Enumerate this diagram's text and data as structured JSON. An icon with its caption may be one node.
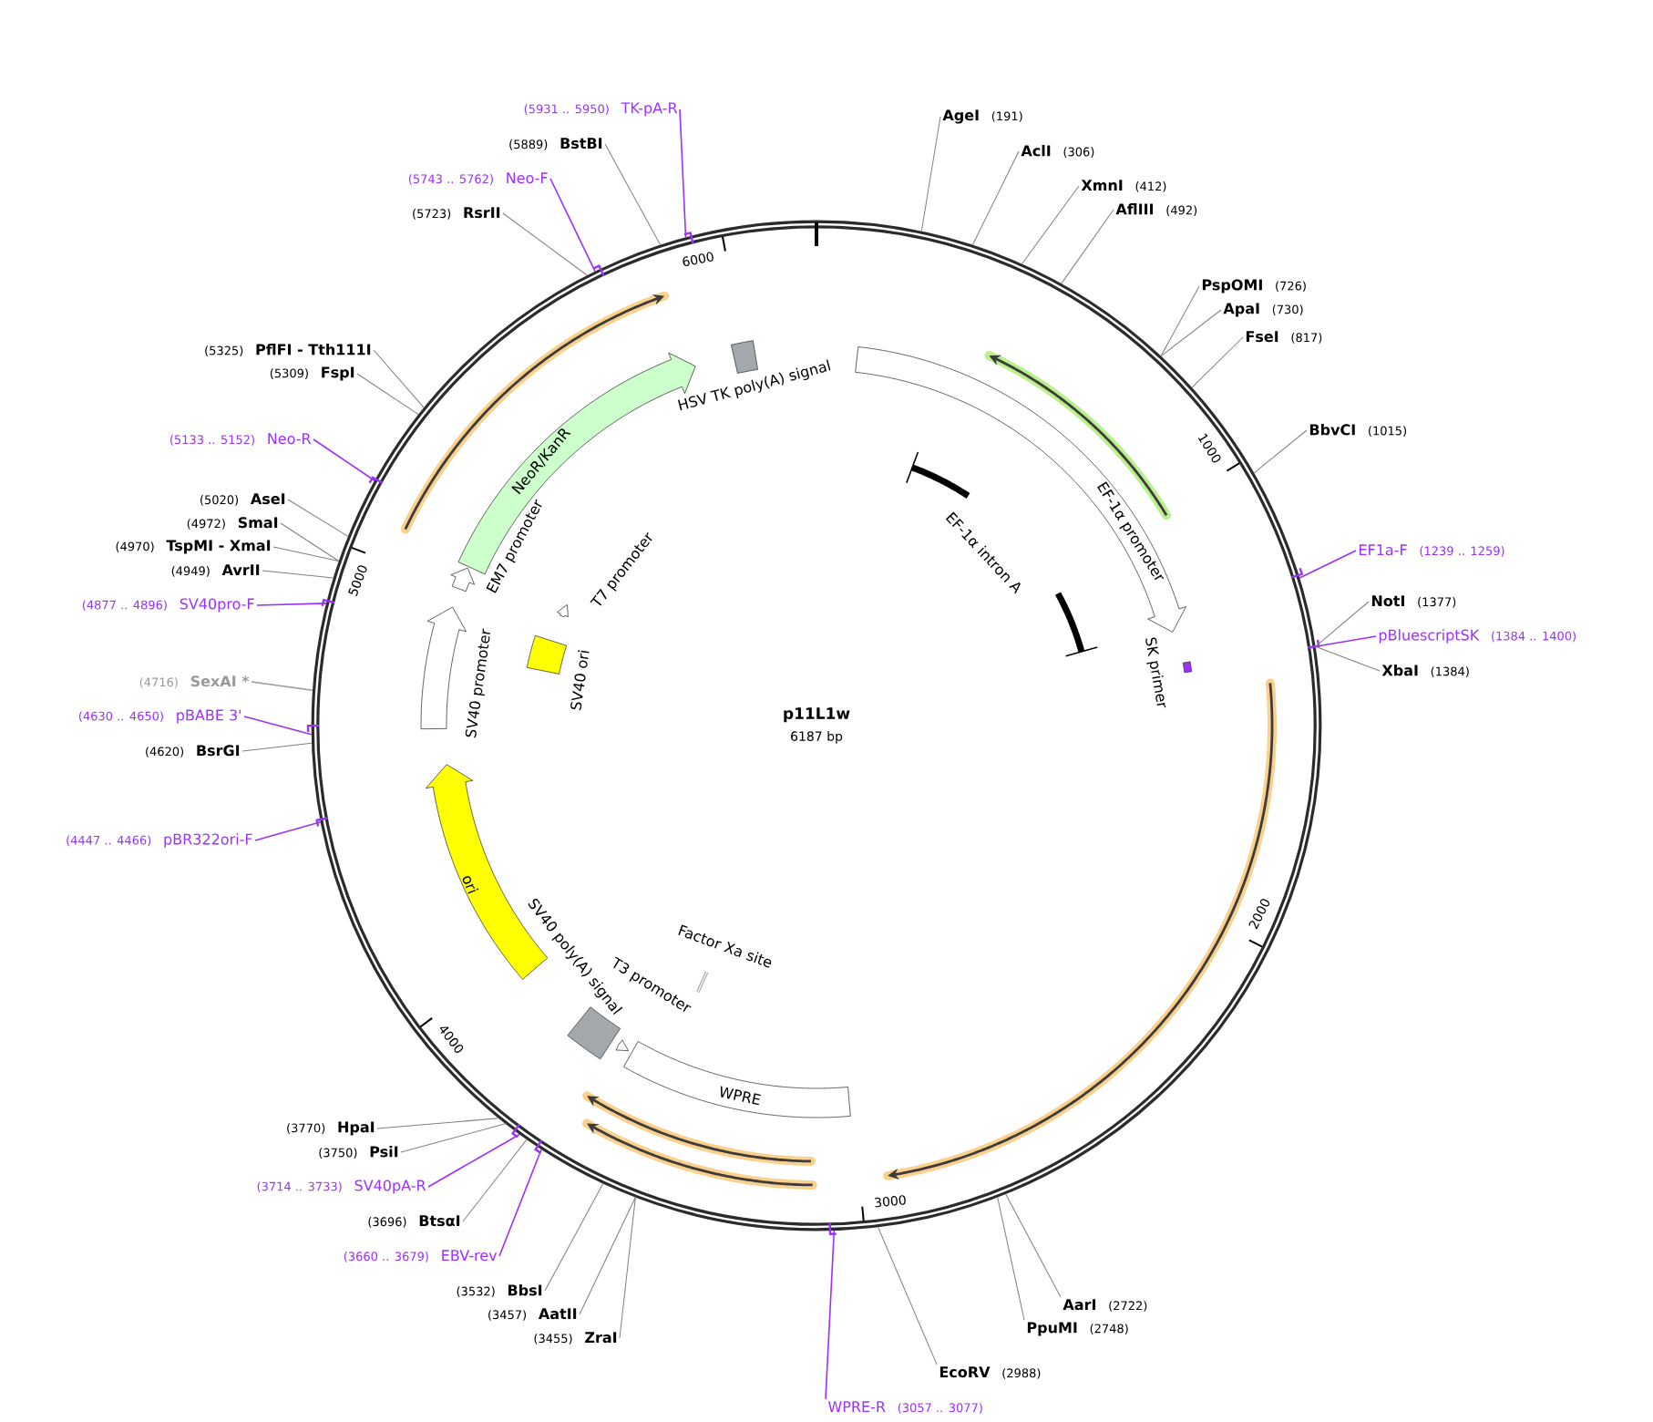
{
  "diagram": {
    "nodes": [
      {
        "text": [
          "p11L1w",
          "6187 bp"
        ]
      },
      {
        "text": [
          "(5931 .. 5950)",
          "TK-pA-R"
        ]
      },
      {
        "text": [
          "(5889)",
          "BstBI"
        ]
      },
      {
        "text": [
          "(5743 .. 5762)",
          "Neo-F"
        ]
      },
      {
        "text": [
          "(5723)",
          "RsrII"
        ]
      },
      {
        "text": [
          "(5325)",
          "PflFI - Tth111I"
        ]
      },
      {
        "text": [
          "(5309)",
          "FspI"
        ]
      },
      {
        "text": [
          "(5133 .. 5152)",
          "Neo-R"
        ]
      },
      {
        "text": [
          "(5020)",
          "AseI"
        ]
      },
      {
        "text": [
          "(4972)",
          "SmaI"
        ]
      },
      {
        "text": [
          "(4970)",
          "TspMI - XmaI"
        ]
      },
      {
        "text": [
          "(4949)",
          "AvrII"
        ]
      },
      {
        "text": [
          "(4877 .. 4896)",
          "SV40pro-F"
        ]
      },
      {
        "text": [
          "(4716)",
          "SexAI *"
        ]
      },
      {
        "text": [
          "(4630 .. 4650)",
          "pBABE 3'"
        ]
      },
      {
        "text": [
          "(4620)",
          "BsrGI"
        ]
      },
      {
        "text": [
          "(4447 .. 4466)",
          "pBR322ori-F"
        ]
      },
      {
        "text": [
          "(3770)",
          "HpaI"
        ]
      },
      {
        "text": [
          "(3750)",
          "PsiI"
        ]
      },
      {
        "text": [
          "(3714 .. 3733)",
          "SV40pA-R"
        ]
      },
      {
        "text": [
          "(3696)",
          "BtsαI"
        ]
      },
      {
        "text": [
          "(3660 .. 3679)",
          "EBV-rev"
        ]
      },
      {
        "text": [
          "(3532)",
          "BbsI"
        ]
      },
      {
        "text": [
          "(3457)",
          "AatII"
        ]
      },
      {
        "text": [
          "(3455)",
          "ZraI"
        ]
      },
      {
        "text": [
          "WPRE-R",
          "(3057 .. 3077)"
        ]
      },
      {
        "text": [
          "EcoRV",
          "(2988)"
        ]
      },
      {
        "text": [
          "PpuMI",
          "(2748)"
        ]
      },
      {
        "text": [
          "AarI",
          "(2722)"
        ]
      },
      {
        "text": [
          "XbaI",
          "(1384)"
        ]
      },
      {
        "text": [
          "pBluescriptSK",
          "(1384 .. 1400)"
        ]
      },
      {
        "text": [
          "NotI",
          "(1377)"
        ]
      },
      {
        "text": [
          "EF1a-F",
          "(1239 .. 1259)"
        ]
      },
      {
        "text": [
          "BbvCI",
          "(1015)"
        ]
      },
      {
        "text": [
          "FseI",
          "(817)"
        ]
      },
      {
        "text": [
          "ApaI",
          "(730)"
        ]
      },
      {
        "text": [
          "PspOMI",
          "(726)"
        ]
      },
      {
        "text": [
          "AflIII",
          "(492)"
        ]
      },
      {
        "text": [
          "XmnI",
          "(412)"
        ]
      },
      {
        "text": [
          "AclI",
          "(306)"
        ]
      },
      {
        "text": [
          "AgeI",
          "(191)"
        ]
      },
      {
        "text": [
          "EF-1α promoter"
        ],
        "in": 0
      },
      {
        "text": [],
        "shape": "arrow",
        "in": 0
      },
      {
        "text": [
          "EF-1α intron A"
        ],
        "in": 0
      },
      {
        "text": [
          "SK primer"
        ],
        "in": 0
      },
      {
        "text": [],
        "shape": "arrow",
        "in": 0
      },
      {
        "text": [
          "HSV TK poly(A) signal"
        ],
        "in": 0
      },
      {
        "text": [
          "NeoR/KanR"
        ],
        "in": 0
      },
      {
        "text": [],
        "shape": "arrow",
        "in": 0
      },
      {
        "text": [
          "EM7 promoter"
        ],
        "in": 0
      },
      {
        "text": [
          "T7 promoter"
        ],
        "in": 0
      },
      {
        "text": [
          "SV40 promoter"
        ],
        "in": 0
      },
      {
        "text": [
          "SV40 ori"
        ],
        "in": 0
      },
      {
        "text": [
          "ori"
        ],
        "in": 0
      },
      {
        "text": [
          "SV40 poly(A) signal"
        ],
        "in": 0
      },
      {
        "text": [
          "T3 promoter"
        ],
        "in": 0
      },
      {
        "text": [
          "Factor Xa site"
        ],
        "in": 0
      },
      {
        "text": [
          "WPRE"
        ],
        "in": 0
      },
      {
        "text": [],
        "shape": "arrow",
        "in": 0
      },
      {
        "text": [],
        "shape": "arrow",
        "in": 0
      }
    ],
    "edges": [
      {
        "from": 1,
        "to": 0,
        "arrow": "none",
        "color": "#9b30ff"
      },
      {
        "from": 2,
        "to": 0,
        "arrow": "none"
      },
      {
        "from": 3,
        "to": 0,
        "arrow": "none",
        "color": "#9b30ff"
      },
      {
        "from": 4,
        "to": 0,
        "arrow": "none"
      },
      {
        "from": 5,
        "to": 0,
        "arrow": "none"
      },
      {
        "from": 6,
        "to": 0,
        "arrow": "none"
      },
      {
        "from": 7,
        "to": 0,
        "arrow": "none",
        "color": "#9b30ff"
      },
      {
        "from": 8,
        "to": 0,
        "arrow": "none"
      },
      {
        "from": 9,
        "to": 0,
        "arrow": "none"
      },
      {
        "from": 10,
        "to": 0,
        "arrow": "none"
      },
      {
        "from": 11,
        "to": 0,
        "arrow": "none"
      },
      {
        "from": 12,
        "to": 0,
        "arrow": "none",
        "color": "#9b30ff"
      },
      {
        "from": 13,
        "to": 0,
        "arrow": "none",
        "color": "#999999"
      },
      {
        "from": 14,
        "to": 0,
        "arrow": "none",
        "color": "#9b30ff"
      },
      {
        "from": 15,
        "to": 0,
        "arrow": "none"
      },
      {
        "from": 16,
        "to": 0,
        "arrow": "none",
        "color": "#9b30ff"
      },
      {
        "from": 17,
        "to": 0,
        "arrow": "none"
      },
      {
        "from": 18,
        "to": 0,
        "arrow": "none"
      },
      {
        "from": 19,
        "to": 0,
        "arrow": "none",
        "color": "#9b30ff"
      },
      {
        "from": 20,
        "to": 0,
        "arrow": "none"
      },
      {
        "from": 21,
        "to": 0,
        "arrow": "none",
        "color": "#9b30ff"
      },
      {
        "from": 22,
        "to": 0,
        "arrow": "none"
      },
      {
        "from": 23,
        "to": 0,
        "arrow": "none"
      },
      {
        "from": 24,
        "to": 0,
        "arrow": "none"
      },
      {
        "from": 25,
        "to": 0,
        "arrow": "none",
        "color": "#9b30ff"
      },
      {
        "from": 26,
        "to": 0,
        "arrow": "none"
      },
      {
        "from": 27,
        "to": 0,
        "arrow": "none"
      },
      {
        "from": 28,
        "to": 0,
        "arrow": "none"
      },
      {
        "from": 29,
        "to": 0,
        "arrow": "none"
      },
      {
        "from": 30,
        "to": 0,
        "arrow": "none",
        "color": "#9b30ff"
      },
      {
        "from": 31,
        "to": 0,
        "arrow": "none"
      },
      {
        "from": 32,
        "to": 0,
        "arrow": "none",
        "color": "#9b30ff"
      },
      {
        "from": 33,
        "to": 0,
        "arrow": "none"
      },
      {
        "from": 34,
        "to": 0,
        "arrow": "none"
      },
      {
        "from": 35,
        "to": 0,
        "arrow": "none"
      },
      {
        "from": 36,
        "to": 0,
        "arrow": "none"
      },
      {
        "from": 37,
        "to": 0,
        "arrow": "none"
      },
      {
        "from": 38,
        "to": 0,
        "arrow": "none"
      },
      {
        "from": 39,
        "to": 0,
        "arrow": "none"
      },
      {
        "from": 40,
        "to": 0,
        "arrow": "none"
      }
    ],
    "labels": [
      "1000",
      "2000",
      "3000",
      "4000",
      "5000",
      "6000"
    ]
  }
}
